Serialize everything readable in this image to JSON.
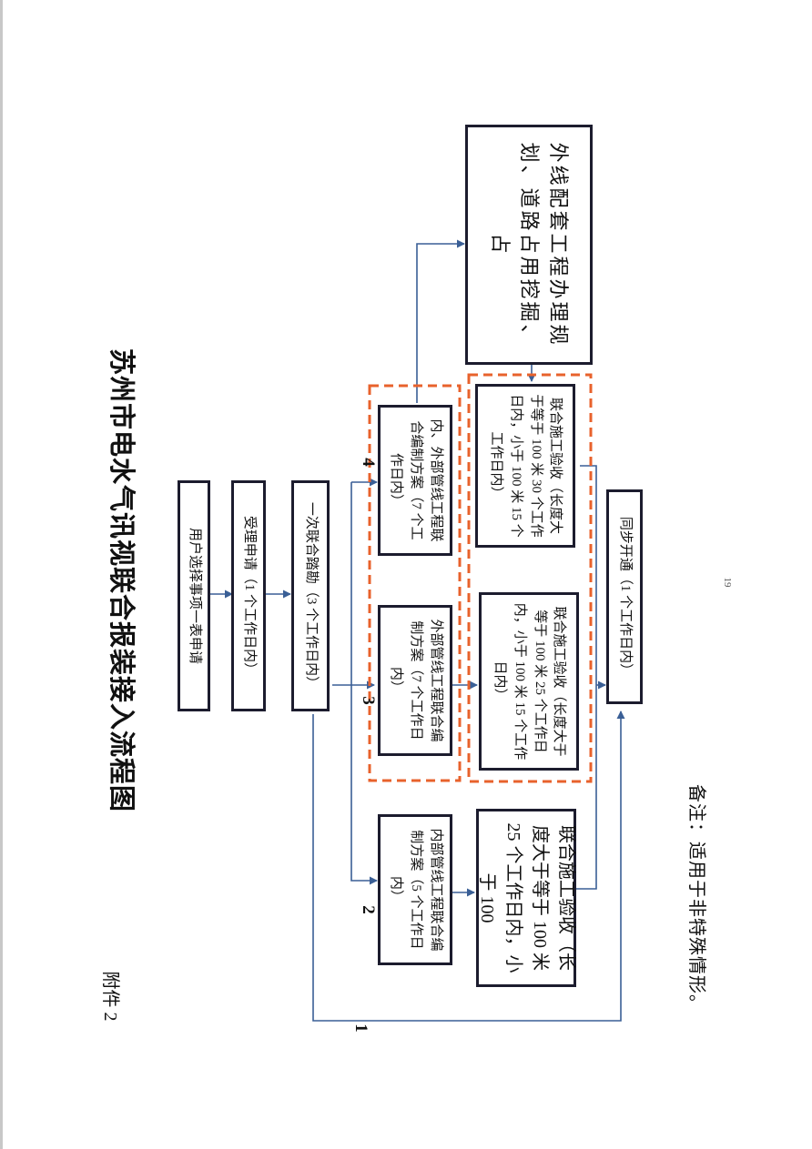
{
  "attachment_label": "附件 2",
  "title": "苏州市电水气讯视联合报装接入流程图",
  "note": "备注：适用于非特殊情形。",
  "page_number": "19",
  "step_numbers": [
    "1",
    "2",
    "3",
    "4"
  ],
  "nodes": {
    "apply": "用户选择事项一表申请",
    "accept": "受理申请（1 个工作日内）",
    "survey": "一次联合踏勘（3 个工作日内）",
    "plan_internal": "内部管线工程联合编制方案（5 个工作日内）",
    "plan_external": "外部管线工程联合编制方案（7 个工作日内）",
    "plan_both": "内、外部管线工程联合编制方案（7 个工作日内）",
    "accept_internal": "联合施工验收（长度大于等于 100 米 25 个工作日内，小于 100",
    "accept_external": "联合施工验收（长度大于等于 100 米 25 个工作日内，小于 100 米 15 个工作日内）",
    "accept_both": "联合施工验收（长度大于等于 100 米 30 个工作日内，小于 100 米 15 个工作日内）",
    "outer_works": "外线配套工程办理规划、道路占用挖掘、占",
    "connect": "同步开通（1 个工作日内）"
  },
  "colors": {
    "box_border": "#1c1c2e",
    "arrow": "#3a5f96",
    "dashed_group": "#e8622c"
  }
}
